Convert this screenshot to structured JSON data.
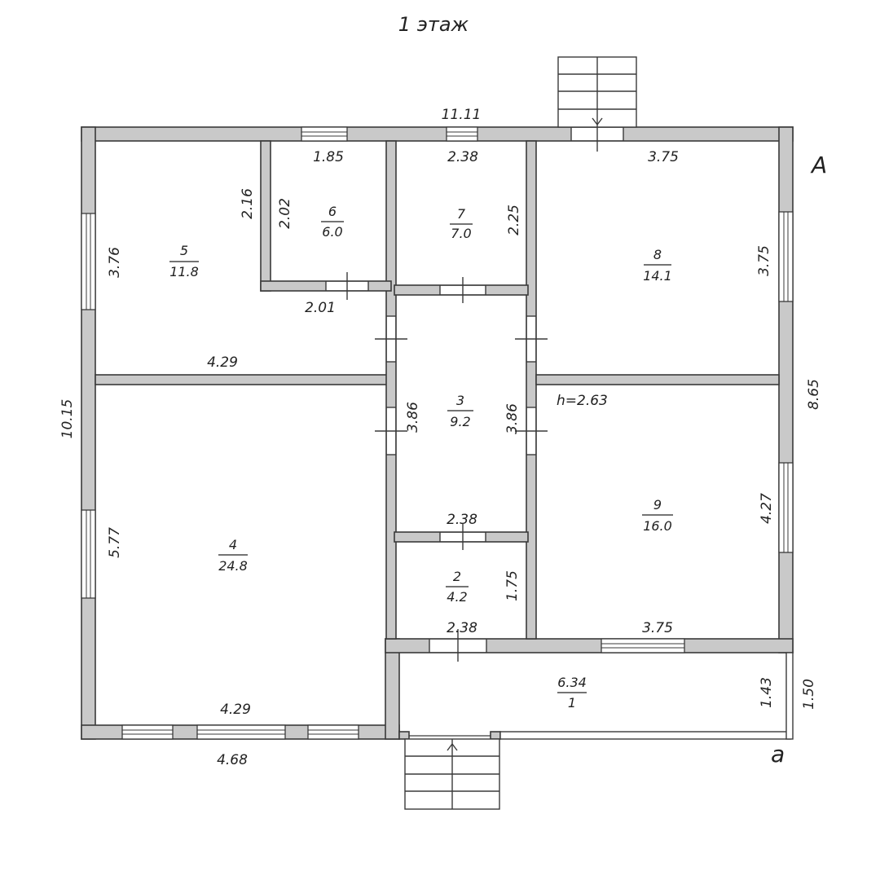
{
  "title": "1 этаж",
  "axis_labels": {
    "top_right": "А",
    "bottom_right": "а"
  },
  "rooms": [
    {
      "number": "5",
      "area": "11.8"
    },
    {
      "number": "6",
      "area": "6.0"
    },
    {
      "number": "7",
      "area": "7.0"
    },
    {
      "number": "8",
      "area": "14.1"
    },
    {
      "number": "3",
      "area": "9.2"
    },
    {
      "number": "4",
      "area": "24.8"
    },
    {
      "number": "9",
      "area": "16.0"
    },
    {
      "number": "2",
      "area": "4.2"
    },
    {
      "number": "6.34",
      "area": "1"
    }
  ],
  "ceiling_height": "h=2.63",
  "dimensions": {
    "overall_width": "11.11",
    "overall_height": "10.15",
    "right_height": "8.65",
    "porch_height": "1.50",
    "bottom_width": "4.68",
    "r6_width": "1.85",
    "r7_width": "2.38",
    "r8_width": "3.75",
    "r5_height_partition": "2.16",
    "r6_height": "2.02",
    "r7_height": "2.25",
    "r5_height": "3.76",
    "r8_height": "3.75",
    "r6_bottom": "2.01",
    "r5_width": "4.29",
    "hall_left_height": "3.86",
    "hall_right_height": "3.86",
    "hall_width": "2.38",
    "r4_height": "5.77",
    "r9_height": "4.27",
    "r2_height": "1.75",
    "r2_width": "2.38",
    "r9_width": "3.75",
    "r4_width": "4.29",
    "porch_depth": "1.43"
  }
}
